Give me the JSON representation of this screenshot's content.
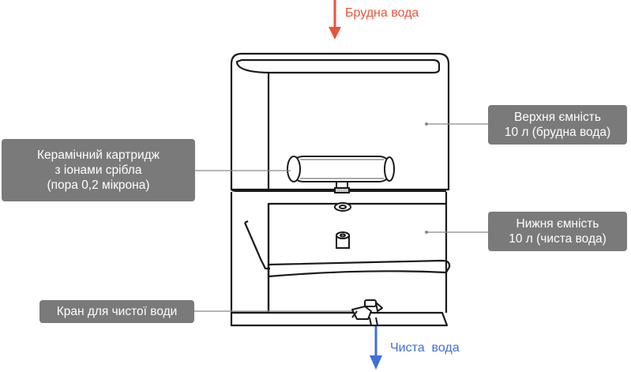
{
  "colors": {
    "dirty_water": "#e8553a",
    "clean_water": "#3f6fd8",
    "callout_bg": "#7a7a7a",
    "outline": "#1a1a1a",
    "leader_line": "#8a8a8a"
  },
  "flows": {
    "dirty_water": "Брудна вода",
    "clean_water": "Чиста  вода"
  },
  "callouts": {
    "upper_tank": [
      "Верхня ємність",
      "10 л (брудна вода)"
    ],
    "lower_tank": [
      "Нижня ємність",
      "10 л (чиста вода)"
    ],
    "cartridge": [
      "Керамічний картридж",
      "з іонами срібла",
      "(пора 0,2 мікрона)"
    ],
    "tap": [
      "Кран для чистої води"
    ]
  }
}
